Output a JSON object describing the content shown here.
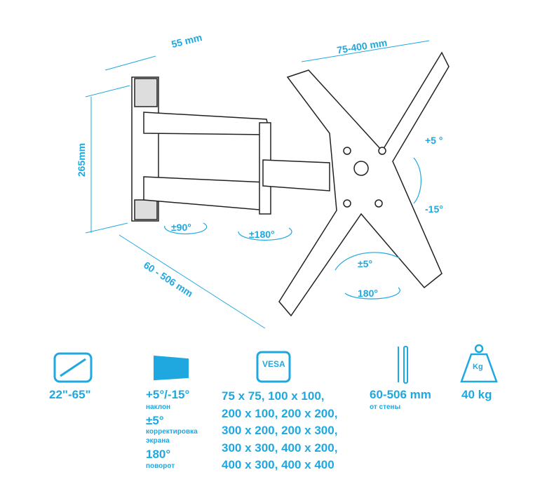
{
  "colors": {
    "accent": "#1fa8e0",
    "line": "#222222"
  },
  "diagram": {
    "depth": "55 mm",
    "height": "265mm",
    "vesa_span": "75-400 mm",
    "extension": "60 - 506 mm",
    "swivel_wall": "±90°",
    "swivel_arm": "±180°",
    "tilt_up": "+5 °",
    "tilt_down": "-15°",
    "level": "±5°",
    "rotate": "180°"
  },
  "specs": {
    "size": {
      "icon": "diagonal-arrow-icon",
      "value": "22\"-65\""
    },
    "tilt": {
      "icon": "tilting-screen-icon",
      "value": "+5°/-15°",
      "label": "наклон",
      "level_value": "±5°",
      "level_label_1": "корректировка",
      "level_label_2": "экрана",
      "rotate_value": "180°",
      "rotate_label": "поворот"
    },
    "vesa": {
      "icon_label": "VESA",
      "lines": [
        "75 x 75, 100 x 100,",
        "200 x 100, 200 x 200,",
        "300 x 200, 200 x 300,",
        "300 x 300, 400 x 200,",
        "400 x 300, 400 x 400"
      ]
    },
    "distance": {
      "icon": "wall-distance-icon",
      "value": "60-506 mm",
      "label": "от стены"
    },
    "load": {
      "icon_label": "Kg",
      "value": "40 kg"
    }
  }
}
